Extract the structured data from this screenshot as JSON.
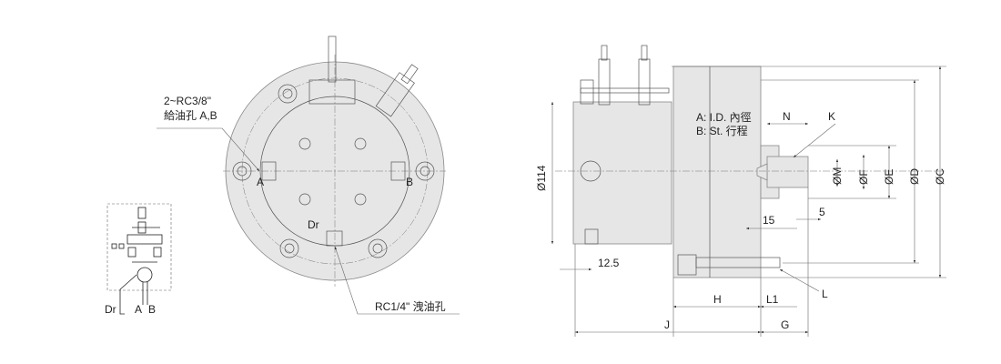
{
  "front_view": {
    "port_label_line1": "2~RC3/8\"",
    "port_label_line2": "給油孔 A,B",
    "port_a": "A",
    "port_b": "B",
    "drain": "Dr",
    "drain_label": "RC1/4\" 洩油孔"
  },
  "schematic": {
    "dr": "Dr",
    "a": "A",
    "b": "B"
  },
  "side_view": {
    "legend_a": "A: I.D. 內徑",
    "legend_b": "B: St.  行程",
    "dia_114": "Ø114",
    "dim_12_5": "12.5",
    "dim_n": "N",
    "dim_k": "K",
    "dim_m": "ØM",
    "dim_f": "ØF",
    "dim_e": "ØE",
    "dim_d": "ØD",
    "dim_c": "ØC",
    "dim_15": "15",
    "dim_5": "5",
    "dim_l": "L",
    "dim_h": "H",
    "dim_l1": "L1",
    "dim_j": "J",
    "dim_g": "G"
  }
}
